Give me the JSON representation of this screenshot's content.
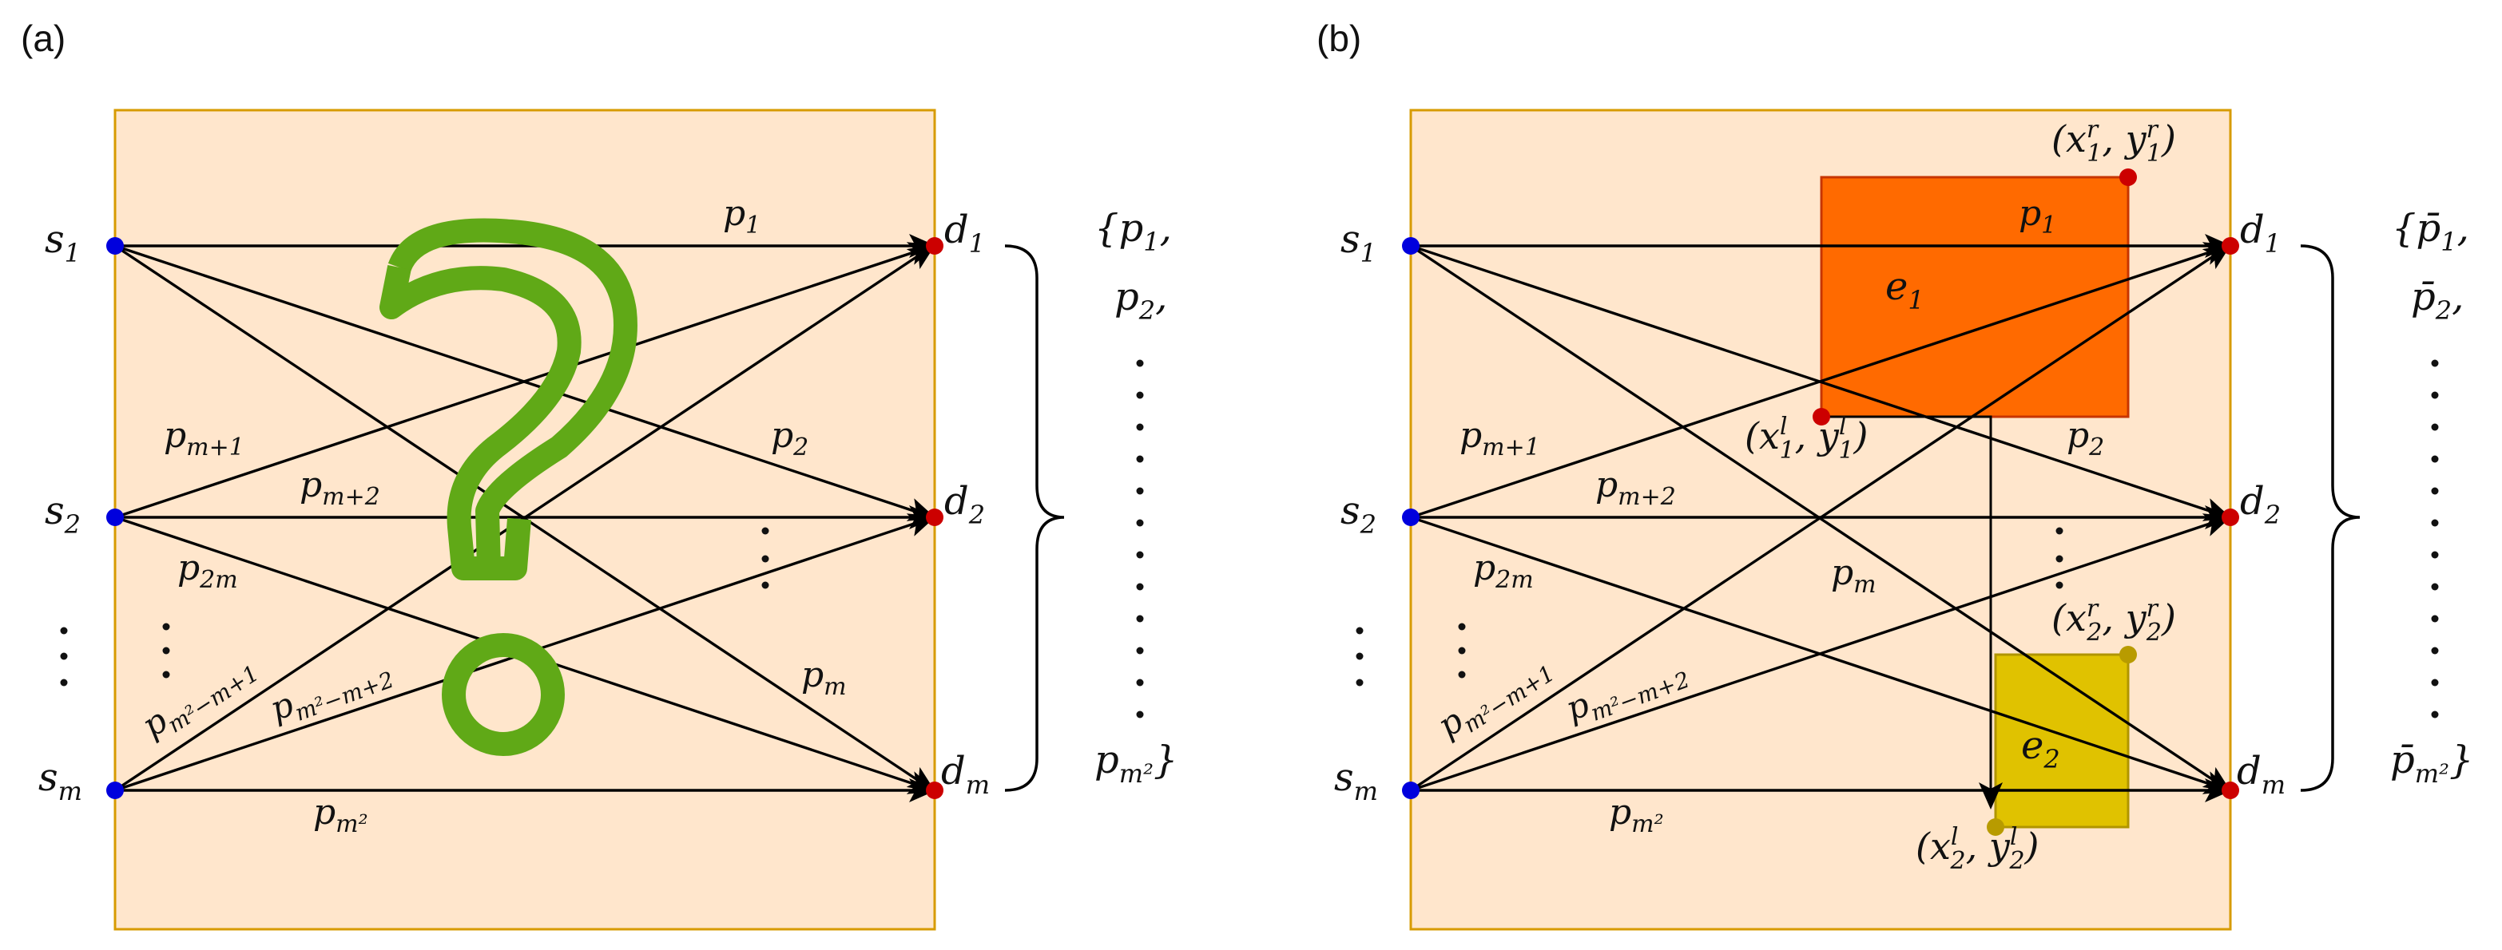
{
  "panels": [
    {
      "label": "(a)",
      "sources": [
        {
          "base": "s",
          "sub": "1"
        },
        {
          "base": "s",
          "sub": "2"
        },
        {
          "base": "s",
          "sub": "m"
        }
      ],
      "destinations": [
        {
          "base": "d",
          "sub": "1"
        },
        {
          "base": "d",
          "sub": "2"
        },
        {
          "base": "d",
          "sub": "m"
        }
      ],
      "path_labels": [
        {
          "base": "p",
          "sub": "1"
        },
        {
          "base": "p",
          "sub": "2"
        },
        {
          "base": "p",
          "sub": "m"
        },
        {
          "base": "p",
          "sub": "m+1"
        },
        {
          "base": "p",
          "sub": "m+2"
        },
        {
          "base": "p",
          "sub": "2m"
        },
        {
          "base": "p",
          "sub": "m²−m+1"
        },
        {
          "base": "p",
          "sub": "m²−m+2"
        },
        {
          "base": "p",
          "sub": "m²"
        }
      ],
      "set_items": [
        "{p",
        "p",
        "p"
      ],
      "set_subs": [
        "1",
        "2",
        "m²"
      ],
      "set_seps": [
        ",",
        ",",
        "}"
      ],
      "overlay_icon": "question-mark-icon"
    },
    {
      "label": "(b)",
      "sources": [
        {
          "base": "s",
          "sub": "1"
        },
        {
          "base": "s",
          "sub": "2"
        },
        {
          "base": "s",
          "sub": "m"
        }
      ],
      "destinations": [
        {
          "base": "d",
          "sub": "1"
        },
        {
          "base": "d",
          "sub": "2"
        },
        {
          "base": "d",
          "sub": "m"
        }
      ],
      "path_labels": [
        {
          "base": "p",
          "sub": "1"
        },
        {
          "base": "p",
          "sub": "2"
        },
        {
          "base": "p",
          "sub": "m"
        },
        {
          "base": "p",
          "sub": "m+1"
        },
        {
          "base": "p",
          "sub": "m+2"
        },
        {
          "base": "p",
          "sub": "2m"
        },
        {
          "base": "p",
          "sub": "m²−m+1"
        },
        {
          "base": "p",
          "sub": "m²−m+2"
        },
        {
          "base": "p",
          "sub": "m²"
        }
      ],
      "set_items": [
        "{p̄",
        "p̄",
        "p̄"
      ],
      "set_subs": [
        "1",
        "2",
        "m²"
      ],
      "set_seps": [
        ",",
        ",",
        "}"
      ],
      "obstacles": [
        {
          "base": "e",
          "sub": "1",
          "color": "#ff6a00"
        },
        {
          "base": "e",
          "sub": "2",
          "color": "#e0c200"
        }
      ],
      "corner_labels": [
        {
          "open": "(x",
          "sx": "1",
          "sxsup": "r",
          "mid": ", y",
          "sy": "1",
          "sysup": "r",
          "close": ")"
        },
        {
          "open": "(x",
          "sx": "1",
          "sxsup": "l",
          "mid": ", y",
          "sy": "1",
          "sysup": "l",
          "close": ")"
        },
        {
          "open": "(x",
          "sx": "2",
          "sxsup": "r",
          "mid": ", y",
          "sy": "2",
          "sysup": "r",
          "close": ")"
        },
        {
          "open": "(x",
          "sx": "2",
          "sxsup": "l",
          "mid": ", y",
          "sy": "2",
          "sysup": "l",
          "close": ")"
        }
      ]
    }
  ],
  "colors": {
    "panel_fill": "#ffe6cc",
    "panel_border": "#d79b00",
    "source_dot": "#0000dd",
    "dest_dot": "#cc0000",
    "question_mark": "#60a917",
    "obstacle1_border": "#c73500",
    "obstacle2_border": "#b09500",
    "corner1_dot": "#cc0000",
    "corner2_dot": "#b89b00"
  }
}
